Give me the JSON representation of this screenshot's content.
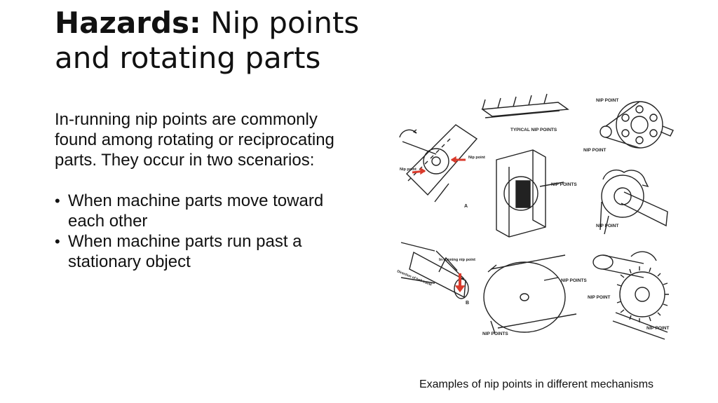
{
  "slide": {
    "title_bold": "Hazards:",
    "title_rest": " Nip points and rotating parts",
    "intro": "In-running nip points are commonly found among rotating or reciprocating parts. They occur in two scenarios:",
    "bullets": [
      "When machine parts move toward each other",
      "When machine parts run past a stationary object"
    ],
    "caption": "Examples of nip points in different mechanisms"
  },
  "figure": {
    "labels": {
      "typical_nip_points": "TYPICAL NIP POINTS",
      "nip_point_top": "NIP POINT",
      "nip_point_pulley": "NIP POINT",
      "nip_points_cam": "NIP POINTS",
      "nip_point_chain": "NIP POINT",
      "nip_point_rack_left": "Nip point",
      "nip_point_rack_right": "Nip point",
      "label_a": "A",
      "in_running_nip_point": "In-running nip point",
      "direction_belt": "Direction of belt travel",
      "label_b": "B",
      "nip_points_disk_right": "NIP POINTS",
      "nip_points_disk_bottom": "NIP POINTS",
      "nip_point_gear": "NIP POINT",
      "nip_point_gear_bottom": "NIP POINT"
    },
    "arrow_color": "#d93a2b"
  }
}
